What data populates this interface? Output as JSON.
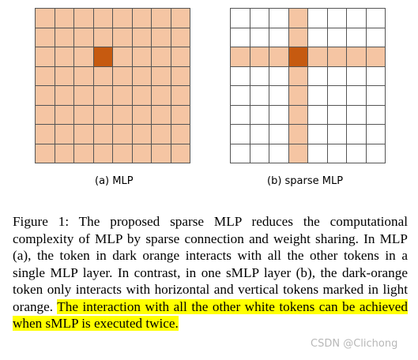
{
  "figure": {
    "grid_size": 8,
    "highlight": {
      "row": 2,
      "col": 3
    },
    "colors": {
      "light_orange": "#f5c5a3",
      "dark_orange": "#c65a10",
      "white": "#ffffff",
      "grid_line": "#555555",
      "highlighter": "#ffff00"
    },
    "panel_a": {
      "caption": "(a) MLP",
      "pattern": "all-light"
    },
    "panel_b": {
      "caption": "(b) sparse MLP",
      "pattern": "cross"
    }
  },
  "caption": {
    "prefix": "Figure 1:",
    "normal_text": " The proposed sparse MLP reduces the computational complexity of MLP by sparse connection and weight sharing. In MLP (a), the token in dark orange interacts with all the other tokens in a single MLP layer. In contrast, in one sMLP layer (b), the dark-orange token only interacts with horizontal and vertical tokens marked in light orange.",
    "highlighted_text": "The interaction with all the other white tokens can be achieved when sMLP is executed twice."
  },
  "watermark": "CSDN @Clichong"
}
